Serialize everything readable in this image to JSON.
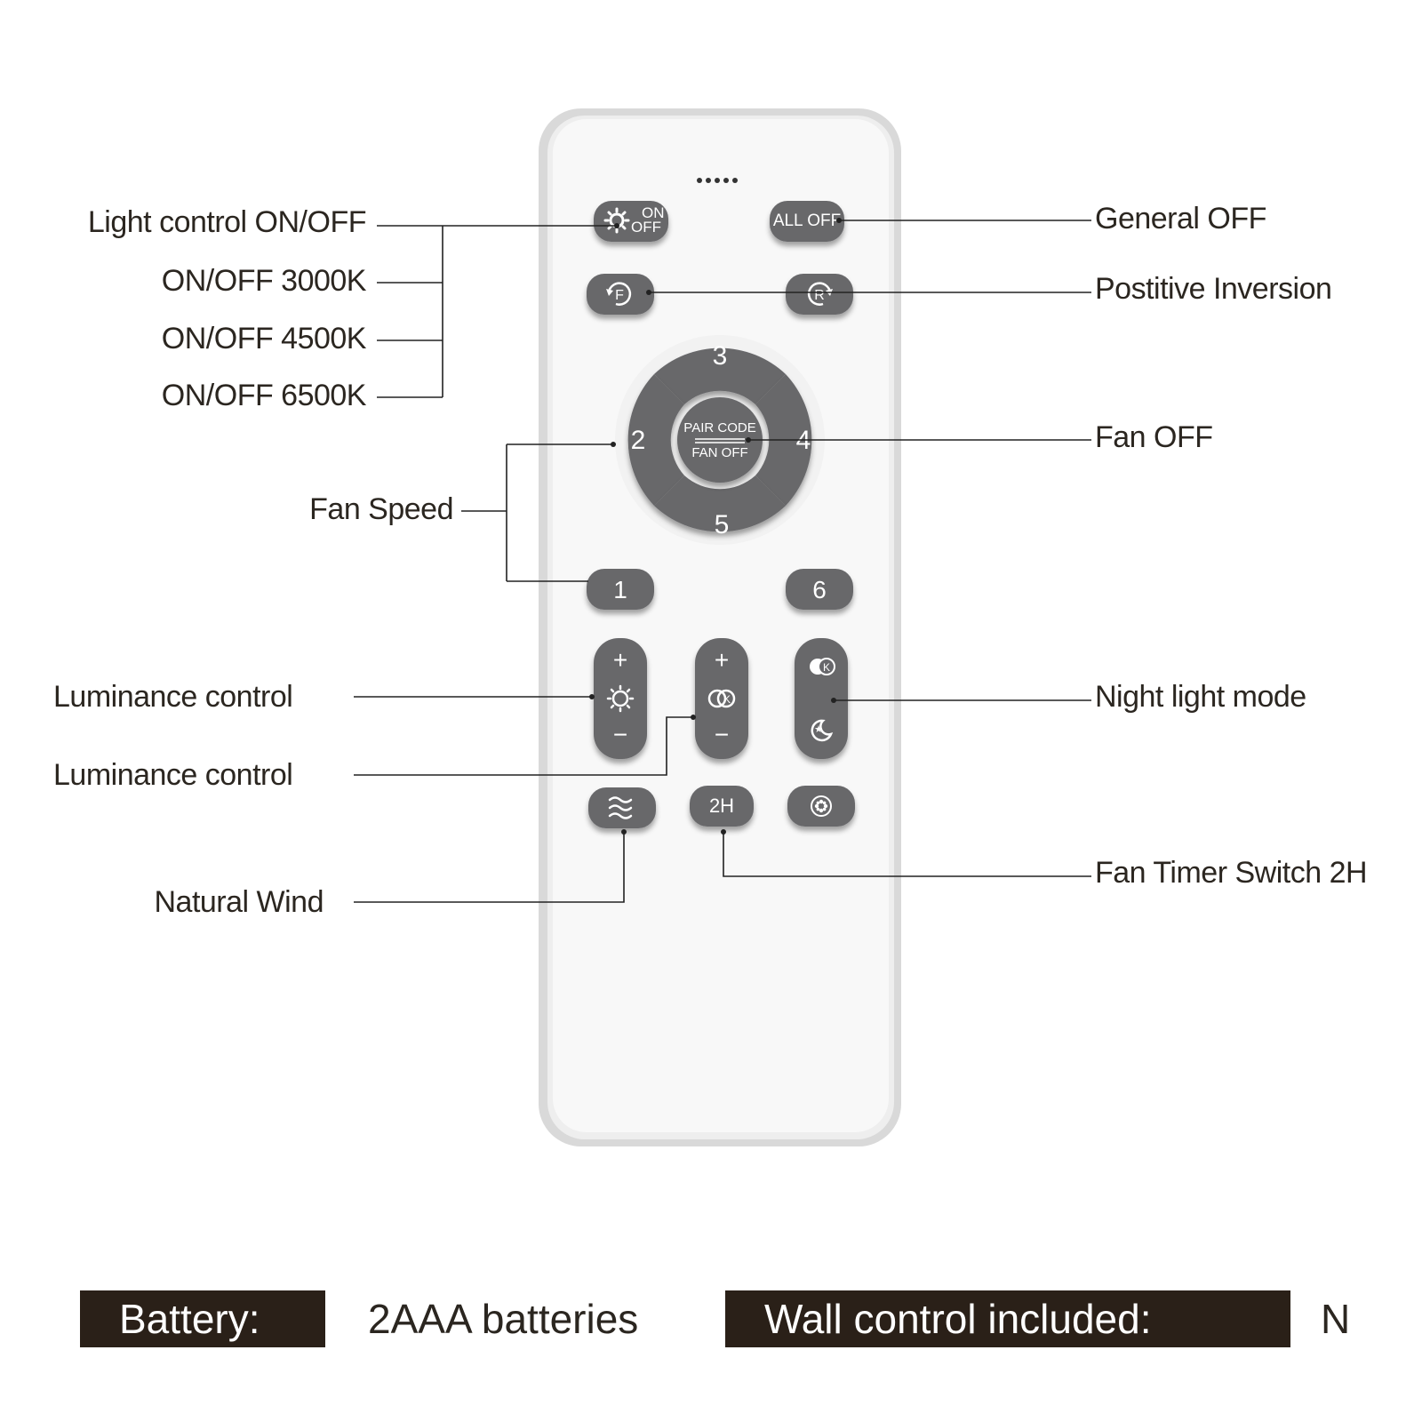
{
  "labels": {
    "light_control": "Light control ON/OFF",
    "onoff_3000k": "ON/OFF 3000K",
    "onoff_4500k": "ON/OFF 4500K",
    "onoff_6500k": "ON/OFF 6500K",
    "fan_speed": "Fan Speed",
    "luminance_1": "Luminance control",
    "luminance_2": "Luminance control",
    "natural_wind": "Natural Wind",
    "general_off": "General OFF",
    "positive_inversion": "Postitive Inversion",
    "fan_off": "Fan OFF",
    "night_light": "Night light mode",
    "fan_timer": "Fan Timer Switch 2H"
  },
  "buttons": {
    "on": "ON",
    "off": "OFF",
    "all_off": "ALL OFF",
    "forward": "F",
    "reverse": "R",
    "pair_code": "PAIR CODE",
    "fan_off": "FAN OFF",
    "speed_1": "1",
    "speed_2": "2",
    "speed_3": "3",
    "speed_4": "4",
    "speed_5": "5",
    "speed_6": "6",
    "plus": "+",
    "minus": "−",
    "kelvin": "K",
    "timer": "2H"
  },
  "specs": {
    "battery_label": "Battery:",
    "battery_value": "2AAA batteries",
    "wall_label": "Wall  control  included:",
    "wall_value": "N"
  },
  "colors": {
    "button": "#67676b",
    "remote_body": "#f7f7f7",
    "label_box": "#2a2018"
  }
}
